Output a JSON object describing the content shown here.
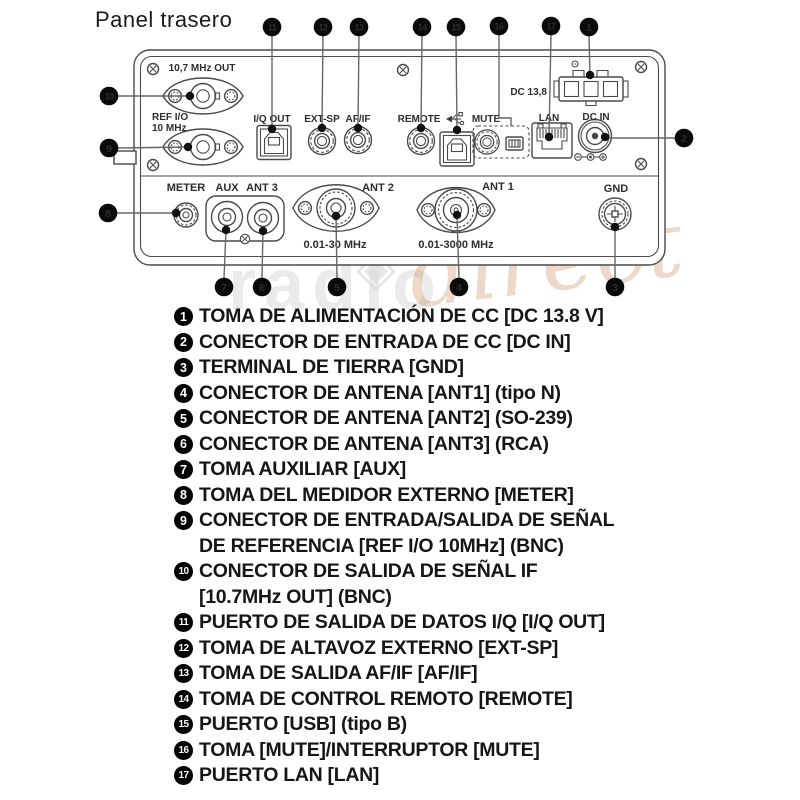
{
  "title": "Panel trasero",
  "watermark": {
    "part1": "radio",
    "part2": "direct",
    "mark": "◈"
  },
  "panel": {
    "labels": {
      "out_107": "10,7 MHz OUT",
      "ref_io_line1": "REF I/O",
      "ref_io_line2": "10 MHz",
      "iq_out": "I/Q OUT",
      "ext_sp": "EXT-SP",
      "af_if": "AF/IF",
      "remote": "REMOTE",
      "mute": "MUTE",
      "lan": "LAN",
      "dc_in": "DC IN",
      "dc_138": "DC 13,8",
      "meter": "METER",
      "aux": "AUX",
      "ant3": "ANT 3",
      "ant2": "ANT 2",
      "ant1": "ANT 1",
      "gnd": "GND",
      "ant2_range": "0.01-30 MHz",
      "ant1_range": "0.01-3000 MHz"
    },
    "callouts": [
      "1",
      "2",
      "3",
      "4",
      "5",
      "6",
      "7",
      "8",
      "9",
      "10",
      "11",
      "12",
      "13",
      "14",
      "15",
      "16",
      "17"
    ]
  },
  "legend": {
    "items": [
      {
        "num": "1",
        "line1": "TOMA DE ALIMENTACIÓN DE CC [DC 13.8 V]"
      },
      {
        "num": "2",
        "line1": "CONECTOR DE ENTRADA DE CC [DC IN]"
      },
      {
        "num": "3",
        "line1": "TERMINAL DE TIERRA [GND]"
      },
      {
        "num": "4",
        "line1": "CONECTOR DE ANTENA [ANT1] (tipo N)"
      },
      {
        "num": "5",
        "line1": "CONECTOR DE ANTENA [ANT2] (SO-239)"
      },
      {
        "num": "6",
        "line1": "CONECTOR DE ANTENA [ANT3] (RCA)"
      },
      {
        "num": "7",
        "line1": "TOMA AUXILIAR [AUX]"
      },
      {
        "num": "8",
        "line1": "TOMA DEL MEDIDOR EXTERNO [METER]"
      },
      {
        "num": "9",
        "line1": "CONECTOR DE ENTRADA/SALIDA DE SEÑAL",
        "line2": "DE REFERENCIA [REF I/O 10MHz] (BNC)"
      },
      {
        "num": "10",
        "line1": "CONECTOR DE SALIDA DE SEÑAL IF",
        "line2": "[10.7MHz OUT] (BNC)"
      },
      {
        "num": "11",
        "line1": "PUERTO DE SALIDA DE DATOS I/Q [I/Q OUT]"
      },
      {
        "num": "12",
        "line1": "TOMA DE ALTAVOZ EXTERNO [EXT-SP]"
      },
      {
        "num": "13",
        "line1": "TOMA DE SALIDA AF/IF [AF/IF]"
      },
      {
        "num": "14",
        "line1": "TOMA DE CONTROL REMOTO [REMOTE]"
      },
      {
        "num": "15",
        "line1": "PUERTO [USB] (tipo B)"
      },
      {
        "num": "16",
        "line1": "TOMA [MUTE]/INTERRUPTOR [MUTE]"
      },
      {
        "num": "17",
        "line1": "PUERTO LAN [LAN]"
      }
    ]
  }
}
